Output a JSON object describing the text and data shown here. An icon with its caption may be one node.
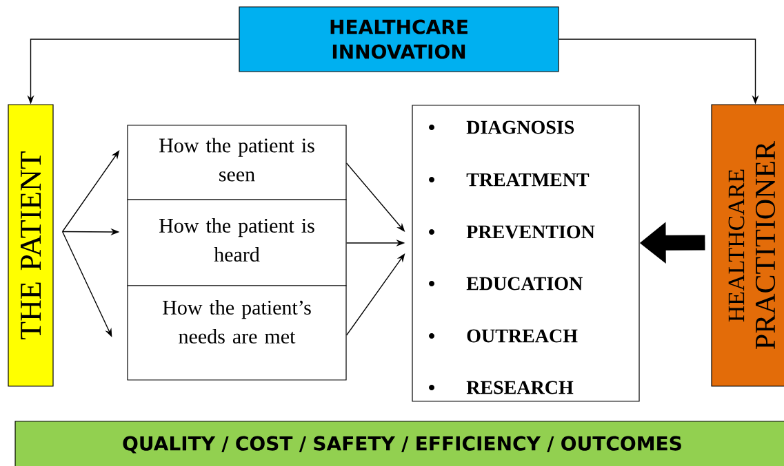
{
  "diagram": {
    "nodes": [
      {
        "text": [
          "HEALTHCARE INNOVATION"
        ]
      },
      {
        "text": [
          "THE PATIENT"
        ]
      },
      {
        "text": [
          "How the patient is seen"
        ]
      },
      {
        "text": [
          "How the patient is heard"
        ]
      },
      {
        "text": [
          "How the patient’s needs are met"
        ]
      },
      {
        "text": [
          "DIAGNOSIS",
          "TREATMENT",
          "PREVENTION",
          "EDUCATION",
          "OUTREACH",
          "RESEARCH"
        ]
      },
      {
        "text": [
          "HEALTHCARE",
          "PRACTITIONER"
        ]
      },
      {
        "text": [
          "QUALITY / COST / SAFETY / EFFICIENCY / OUTCOMES"
        ]
      }
    ],
    "edges": [
      {
        "from": 0,
        "to": 1,
        "arrow": "to"
      },
      {
        "from": 0,
        "to": 6,
        "arrow": "to"
      },
      {
        "from": 1,
        "to": 2,
        "arrow": "to"
      },
      {
        "from": 1,
        "to": 3,
        "arrow": "to"
      },
      {
        "from": 1,
        "to": 4,
        "arrow": "to"
      },
      {
        "from": 2,
        "to": 5,
        "arrow": "to"
      },
      {
        "from": 3,
        "to": 5,
        "arrow": "to"
      },
      {
        "from": 4,
        "to": 5,
        "arrow": "to"
      },
      {
        "from": 6,
        "to": 5,
        "arrow": "to",
        "style": "thick"
      }
    ]
  }
}
